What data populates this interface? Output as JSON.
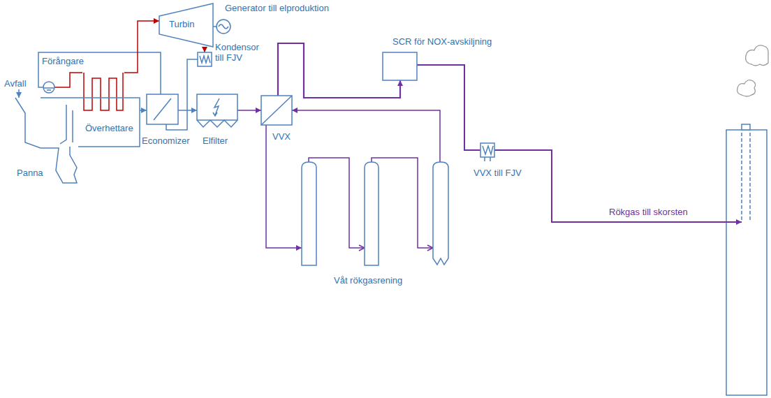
{
  "diagram": {
    "nodes": [
      {
        "text": [
          "Generator till elproduktion"
        ]
      },
      {
        "text": [
          "Turbin"
        ]
      },
      {
        "text": [
          "Förångare"
        ]
      },
      {
        "text": [
          "Kondensor till FJV"
        ]
      },
      {
        "text": [
          "Avfall"
        ]
      },
      {
        "text": [
          "Överhettare"
        ]
      },
      {
        "text": [
          "Panna"
        ]
      },
      {
        "text": [
          "Economizer"
        ]
      },
      {
        "text": [
          "Elfilter"
        ]
      },
      {
        "text": [
          "VVX"
        ]
      },
      {
        "text": [
          "SCR för NOX-avskiljning"
        ]
      },
      {
        "text": [
          "VVX till FJV"
        ]
      },
      {
        "text": [
          "Våt rökgasrening"
        ]
      }
    ],
    "edges": [
      {
        "from": 4,
        "to": 6,
        "arrow": "to"
      },
      {
        "from": 6,
        "to": 7,
        "arrow": "to"
      },
      {
        "from": 7,
        "to": 8,
        "arrow": "to"
      },
      {
        "from": 8,
        "to": 9,
        "arrow": "to"
      },
      {
        "from": 9,
        "to": 12,
        "arrow": "to"
      },
      {
        "from": 12,
        "to": 9,
        "arrow": "to"
      },
      {
        "from": 9,
        "to": 10,
        "arrow": "to"
      },
      {
        "from": 10,
        "to": 11,
        "arrow": "none"
      },
      {
        "from": 3,
        "to": 7,
        "arrow": "none"
      },
      {
        "from": 7,
        "to": 2,
        "arrow": "none"
      },
      {
        "from": 2,
        "to": 5,
        "arrow": "none"
      },
      {
        "from": 5,
        "to": 1,
        "arrow": "to"
      },
      {
        "from": 1,
        "to": 0,
        "arrow": "none"
      },
      {
        "from": 1,
        "to": 3,
        "arrow": "to"
      }
    ],
    "labels": [
      "Rökgas till skorsten"
    ]
  }
}
